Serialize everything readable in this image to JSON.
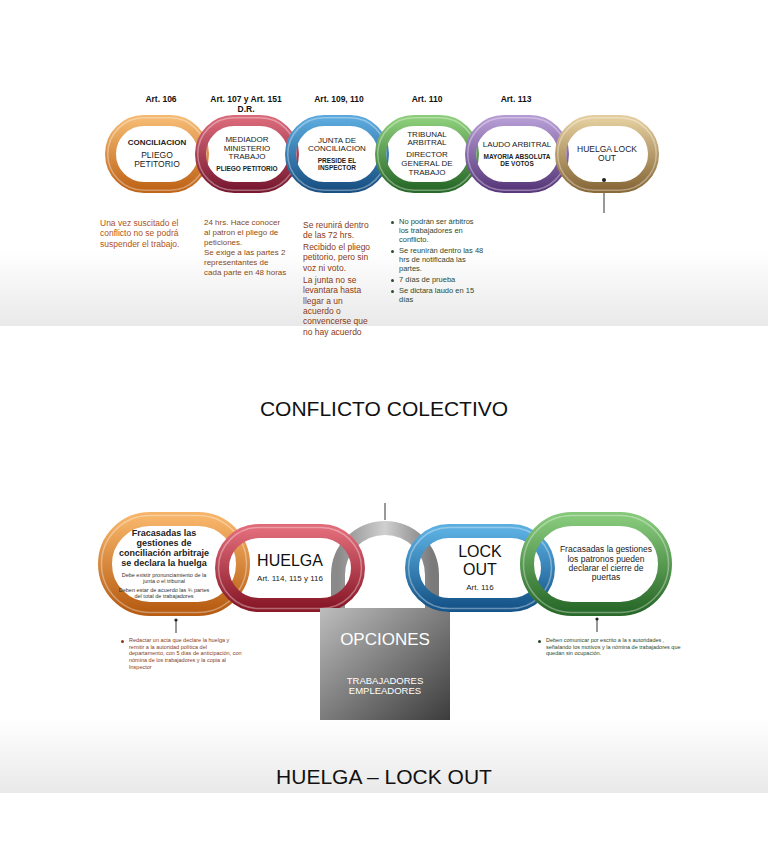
{
  "diagram": {
    "title": "CONFLICTO COLECTIVO",
    "caption": "HUELGA – LOCK OUT",
    "nodes": [
      {
        "text": [
          "CONCILIACION",
          "PLIEGO PETITORIO"
        ]
      },
      {
        "text": [
          "MEDIADOR MINISTERIO TRABAJO",
          "PLIEGO PETITORIO"
        ]
      },
      {
        "text": [
          "JUNTA DE CONCILIACION",
          "PRESIDE EL INSPECTOR"
        ]
      },
      {
        "text": [
          "TRIBUNAL ARBITRAL",
          "DIRECTOR GENERAL DE TRABAJO"
        ]
      },
      {
        "text": [
          "LAUDO ARBITRAL",
          "MAYORIA ABSOLUTA DE VOTOS"
        ]
      },
      {
        "text": [
          "HUELGA LOCK OUT"
        ]
      },
      {
        "text": [
          "Fracasadas las gestiones de conciliación arbitraje se declara la huelga",
          "Debe existir pronunciamiento de la junta o el tribunal",
          "Deben estar de acuerdo las ¾ partes del total de trabajadores"
        ]
      },
      {
        "text": [
          "HUELGA",
          "Art. 114, 115 y 116"
        ]
      },
      {
        "text": [
          "OPCIONES",
          "TRABAJADORES EMPLEADORES"
        ]
      },
      {
        "text": [
          "LOCK OUT",
          "Art. 116"
        ]
      },
      {
        "text": [
          "Fracasadas la gestiones los patronos pueden declarar el cierre de puertas"
        ]
      }
    ],
    "labels": [
      "Art. 106",
      "Art. 107 y Art. 151 D.R.",
      "Art. 109, 110",
      "Art. 110",
      "Art. 113",
      "Una vez suscitado el conflicto no se podrá suspender el trabajo.",
      "24 hrs. Hace conocer al patron el pliego de peticiones.",
      "Se exige a las partes 2 representantes de cada parte en 48 horas",
      "Se reunirá dentro de las 72 hrs.",
      "Recibido el pliego petitorio, pero sin voz ni voto.",
      "La junta no se levantara hasta llegar a un acuerdo o convencerse que no hay acuerdo",
      "No podrán ser árbitros los trabajadores en conflicto.",
      "Se reunirán dentro las 48 hrs de notificada las partes.",
      "7 días de prueba",
      "Se dictara laudo en 15 días",
      "Redactar un acta que declare la huelga y remitir a la autoridad política del departamento, con 5 días de anticipación, con nómina de los trabajadores y la copia al Inspector",
      "Deben comunicar por escrito a la s autoridades , señalando los motivos y la nómina de trabajadores que quedan sin ocupación."
    ]
  }
}
